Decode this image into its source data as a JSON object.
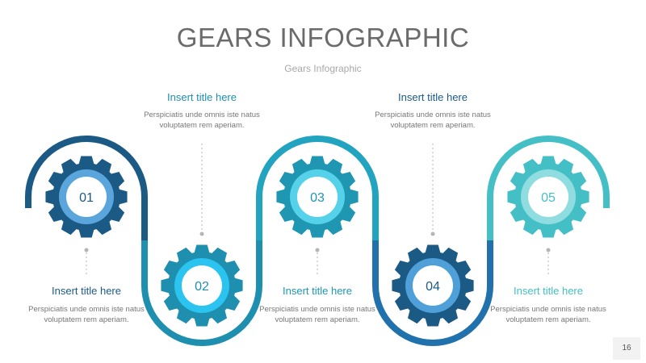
{
  "slide": {
    "title": "GEARS INFOGRAPHIC",
    "subtitle": "Gears Infographic",
    "page_number": "16"
  },
  "colors": {
    "dark_blue": "#1c5a86",
    "mid_blue": "#2178b5",
    "teal": "#1f96b2",
    "cyan": "#2bc3ef",
    "light_teal": "#45bfc6",
    "text_gray": "#777777"
  },
  "steps": [
    {
      "number": "01",
      "title": "Insert title here",
      "desc": "Perspiciatis unde omnis iste natus voluptatem rem aperiam."
    },
    {
      "number": "02",
      "title": "Insert title here",
      "desc": "Perspiciatis unde omnis iste natus voluptatem rem aperiam."
    },
    {
      "number": "03",
      "title": "Insert title here",
      "desc": "Perspiciatis unde omnis iste natus voluptatem rem aperiam."
    },
    {
      "number": "04",
      "title": "Insert title here",
      "desc": "Perspiciatis unde omnis iste natus voluptatem rem aperiam."
    },
    {
      "number": "05",
      "title": "Insert title here",
      "desc": "Perspiciatis unde omnis iste natus voluptatem rem aperiam."
    }
  ]
}
